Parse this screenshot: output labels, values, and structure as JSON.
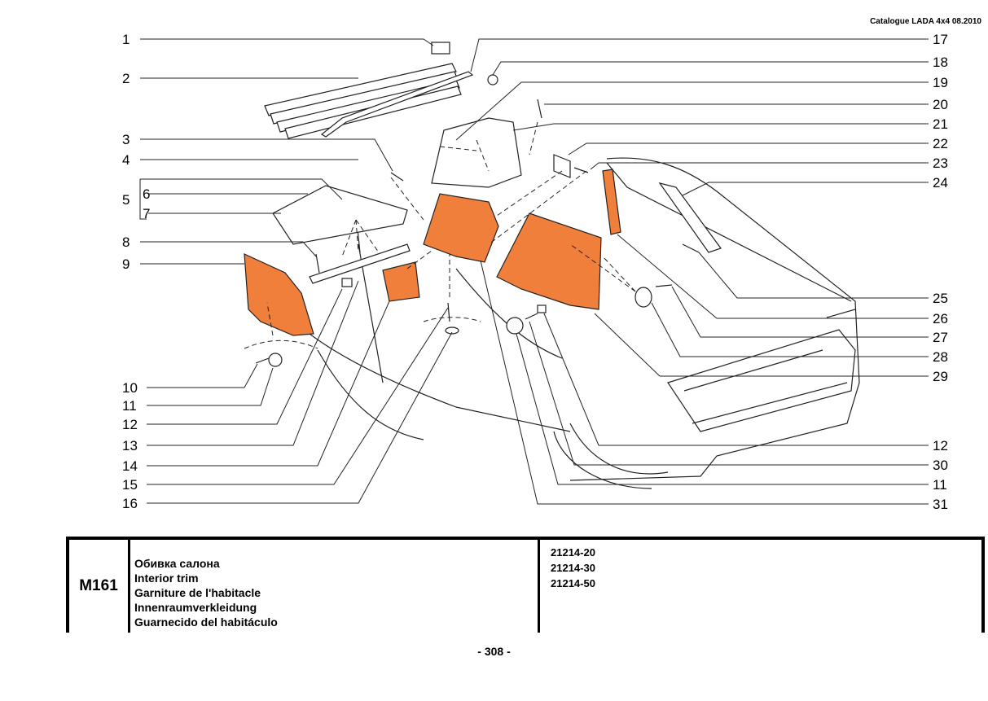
{
  "header": {
    "catalogue": "Catalogue LADA 4x4  08.2010"
  },
  "callouts_left": [
    "1",
    "2",
    "3",
    "4",
    "5",
    "6",
    "7",
    "8",
    "9",
    "10",
    "11",
    "12",
    "13",
    "14",
    "15",
    "16"
  ],
  "callouts_right": [
    "17",
    "18",
    "19",
    "20",
    "21",
    "22",
    "23",
    "24",
    "25",
    "26",
    "27",
    "28",
    "29",
    "12",
    "30",
    "11",
    "31"
  ],
  "colors": {
    "trim_part": "#f07f3c",
    "line": "#000000",
    "car_outline": "#222222"
  },
  "table": {
    "code": "M161",
    "titles": [
      "Обивка салона",
      "Interior trim",
      "Garniture de l'habitacle",
      "Innenraumverkleidung",
      "Guarnecido del habitáculo"
    ],
    "models": [
      "21214-20",
      "21214-30",
      "21214-50"
    ]
  },
  "page_number": "- 308 -"
}
